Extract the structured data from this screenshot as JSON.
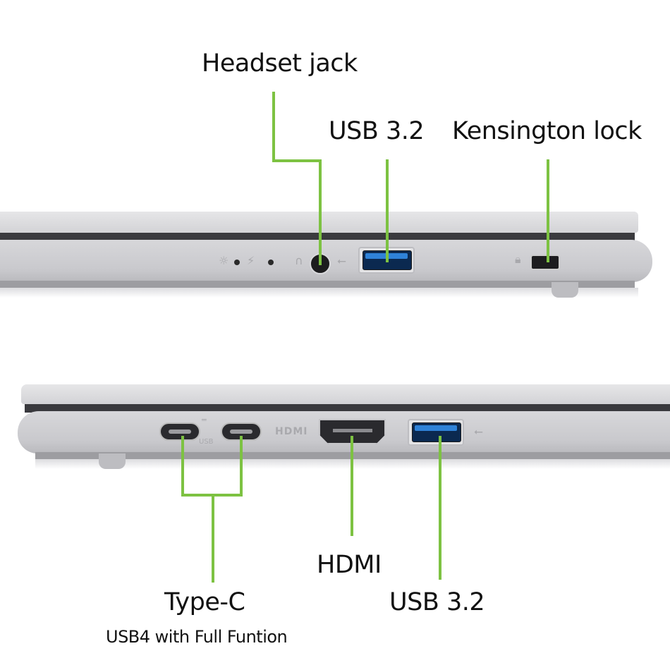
{
  "top_view": {
    "labels": {
      "headset_jack": "Headset jack",
      "usb_top": "USB 3.2",
      "kensington": "Kensington lock"
    },
    "icons": [
      "power-led-icon",
      "battery-led-icon",
      "headset-icon",
      "usb-icon",
      "lock-icon"
    ]
  },
  "bottom_view": {
    "labels": {
      "type_c": "Type-C",
      "type_c_sub": "USB4 with Full Funtion",
      "hdmi": "HDMI",
      "usb_bottom": "USB 3.2"
    },
    "port_markings": {
      "hdmi_logo": "HDMI",
      "usb_marking": "USB"
    }
  },
  "colors": {
    "callout_line": "#7dc242",
    "usb_port_blue": "#2f82d8",
    "chassis": "#d3d3d6"
  }
}
